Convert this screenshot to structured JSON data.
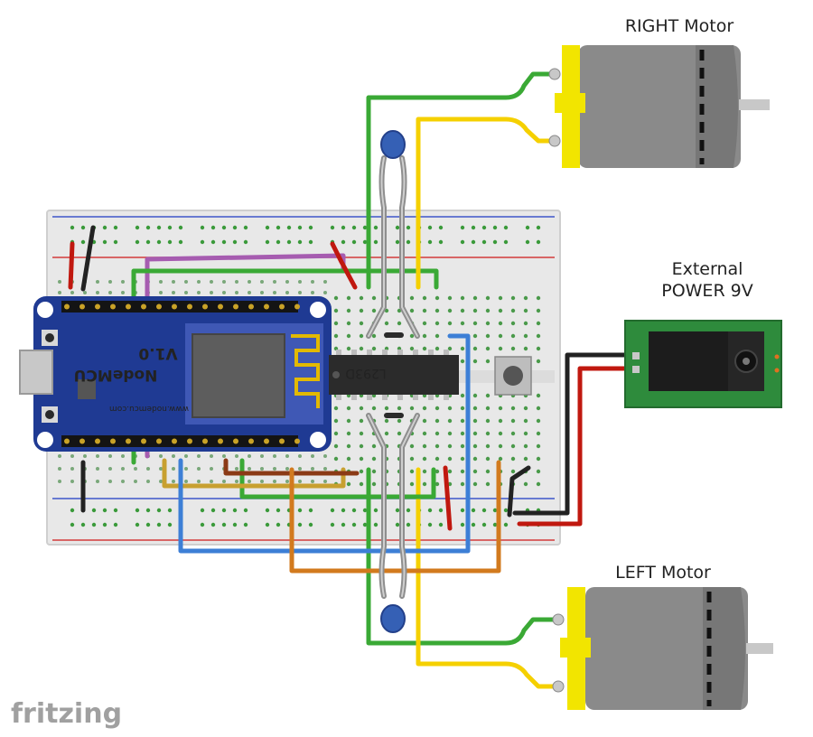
{
  "labels": {
    "right_motor": "RIGHT Motor",
    "left_motor": "LEFT Motor",
    "power_line1": "External",
    "power_line2": "POWER 9V",
    "chip": "L293D",
    "board_name": "NodeMCU",
    "board_version": "V1.0",
    "board_site": "www.nodemcu.com",
    "watermark": "fritzing"
  },
  "colors": {
    "green_wire": "#3aa935",
    "yellow_wire": "#f5d000",
    "red_wire": "#c0180f",
    "black_wire": "#222222",
    "blue_wire": "#3d7fd6",
    "orange_wire": "#d27a1e",
    "purple_wire": "#a65cb0",
    "brown_wire": "#8b3a16",
    "ochre_wire": "#c8a030",
    "board_blue": "#1f3a93",
    "motor_gray": "#8a8a8a",
    "motor_yellow": "#f2e500",
    "pcb_green": "#2e8b3c",
    "breadboard": "#e9e9e9"
  }
}
